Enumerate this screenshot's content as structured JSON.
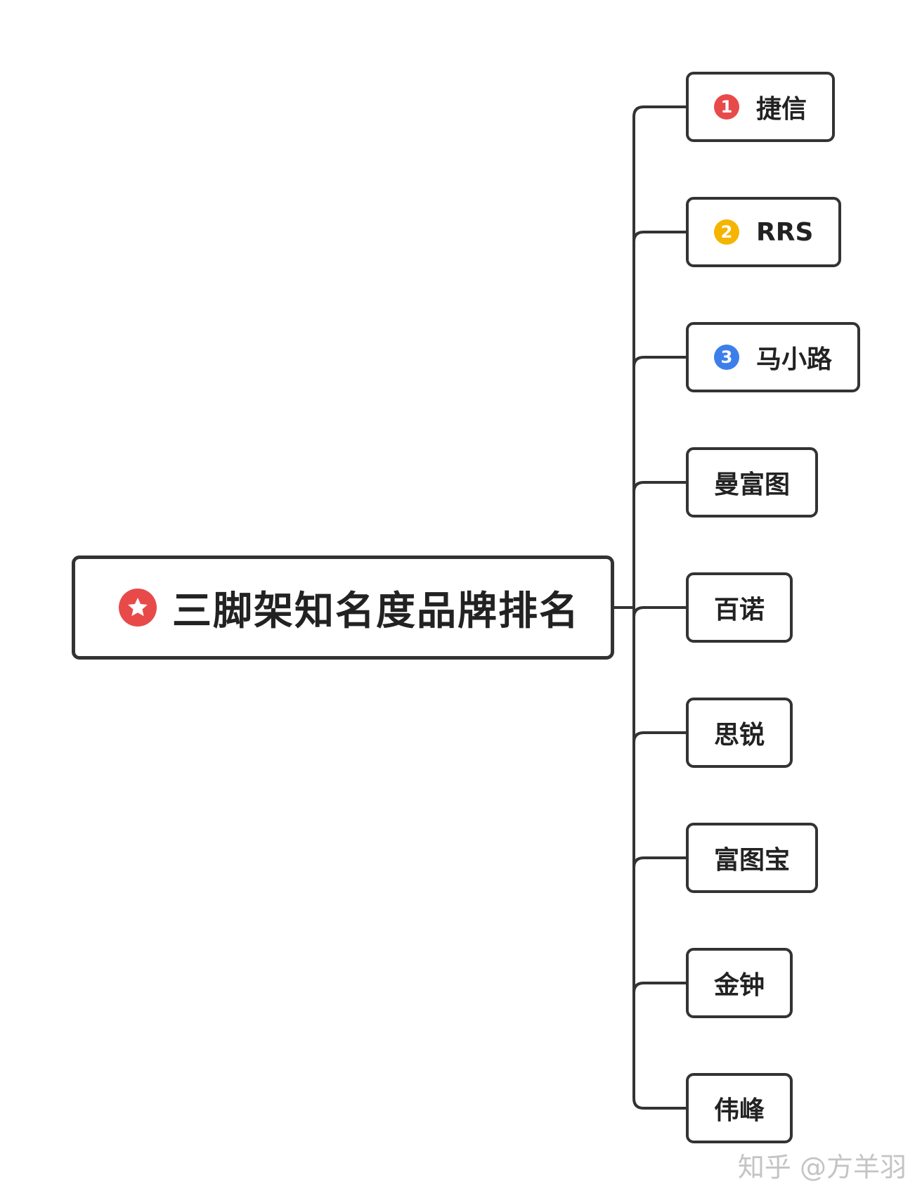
{
  "diagram": {
    "root": {
      "label": "三脚架知名度品牌排名",
      "icon": "star-icon",
      "icon_color": "#e84a4a"
    },
    "children": [
      {
        "label": "捷信",
        "rank": "1",
        "badge_color": "#e84a4a"
      },
      {
        "label": "RRS",
        "rank": "2",
        "badge_color": "#f5b400"
      },
      {
        "label": "马小路",
        "rank": "3",
        "badge_color": "#3d7fea"
      },
      {
        "label": "曼富图"
      },
      {
        "label": "百诺"
      },
      {
        "label": "思锐"
      },
      {
        "label": "富图宝"
      },
      {
        "label": "金钟"
      },
      {
        "label": "伟峰"
      }
    ],
    "line_color": "#333333"
  },
  "watermark": "知乎 @方羊羽"
}
